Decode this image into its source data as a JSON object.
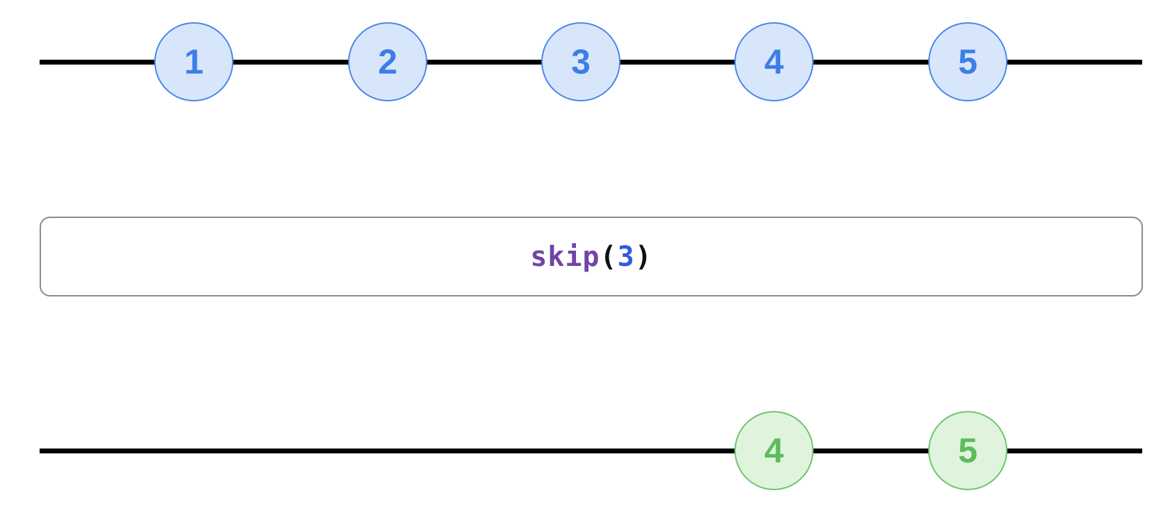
{
  "input_stream": {
    "marbles": [
      "1",
      "2",
      "3",
      "4",
      "5"
    ]
  },
  "operator": {
    "name": "skip",
    "open_paren": "(",
    "argument": "3",
    "close_paren": ")"
  },
  "output_stream": {
    "marbles": [
      "4",
      "5"
    ]
  },
  "colors": {
    "input_fill": "#d8e6fc",
    "input_stroke": "#4a86e8",
    "output_fill": "#e0f4dd",
    "output_stroke": "#6cc56c",
    "operator_name": "#6f45a8",
    "operator_argument": "#2f5be0"
  }
}
